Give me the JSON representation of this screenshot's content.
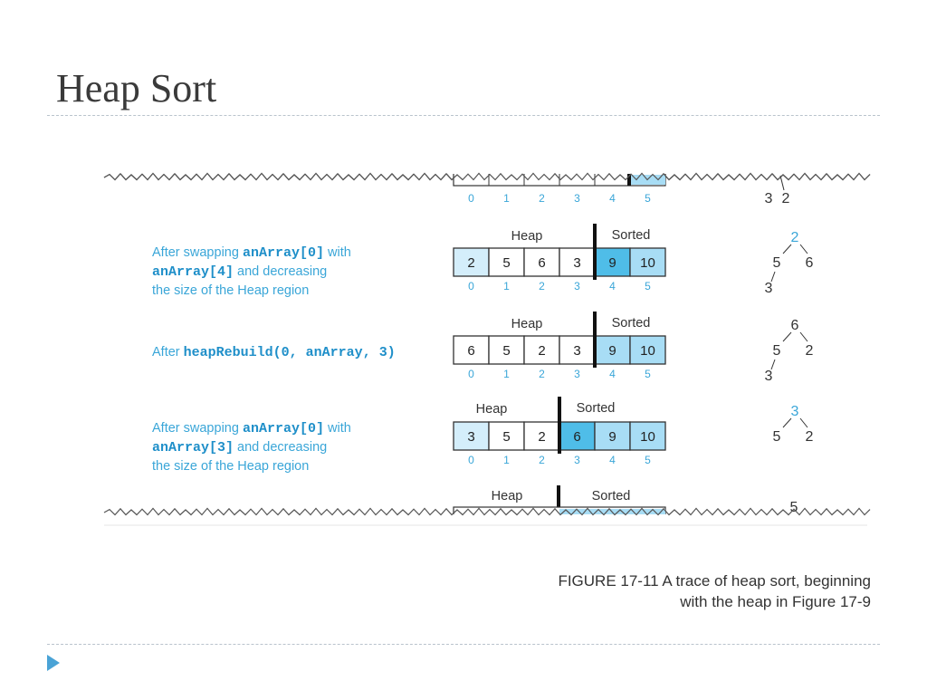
{
  "title": "Heap Sort",
  "caption": {
    "line1": "FIGURE 17-11 A trace of heap sort, beginning",
    "line2": "with the heap in Figure 17-9"
  },
  "colors": {
    "accent_text": "#3aa6d8",
    "code_text": "#1f8fc9",
    "heap_cell": "#d4eefb",
    "sorted_cell": "#a8ddf5",
    "new_sorted_cell": "#4fbde8",
    "title_text": "#3a3a3a"
  },
  "diagram": {
    "indices": [
      "0",
      "1",
      "2",
      "3",
      "4",
      "5"
    ],
    "top_partial_index_row": [
      "0",
      "1",
      "2",
      "3",
      "4",
      "5"
    ],
    "top_partial_tree_text": [
      "3",
      "2"
    ],
    "region_labels": {
      "heap": "Heap",
      "sorted": "Sorted"
    },
    "steps": [
      {
        "caption_lines": [
          [
            {
              "t": "After swapping ",
              "code": false
            },
            {
              "t": "anArray[0]",
              "code": true
            },
            {
              "t": " with",
              "code": false
            }
          ],
          [
            {
              "t": "anArray[4]",
              "code": true
            },
            {
              "t": " and decreasing",
              "code": false
            }
          ],
          [
            {
              "t": "the size of  the Heap region",
              "code": false
            }
          ]
        ],
        "values": [
          "2",
          "5",
          "6",
          "3",
          "9",
          "10"
        ],
        "sorted_start": 4,
        "new_sorted": 4,
        "tree": {
          "root": "2",
          "root_accent": true,
          "left": "5",
          "right": "6",
          "left_left": "3"
        }
      },
      {
        "caption_lines": [
          [
            {
              "t": "After ",
              "code": false
            },
            {
              "t": "heapRebuild(0, anArray, 3)",
              "code": true
            }
          ]
        ],
        "values": [
          "6",
          "5",
          "2",
          "3",
          "9",
          "10"
        ],
        "sorted_start": 4,
        "new_sorted": -1,
        "tree": {
          "root": "6",
          "root_accent": false,
          "left": "5",
          "right": "2",
          "left_left": "3"
        }
      },
      {
        "caption_lines": [
          [
            {
              "t": "After swapping ",
              "code": false
            },
            {
              "t": "anArray[0]",
              "code": true
            },
            {
              "t": " with",
              "code": false
            }
          ],
          [
            {
              "t": "anArray[3]",
              "code": true
            },
            {
              "t": " and decreasing",
              "code": false
            }
          ],
          [
            {
              "t": "the size of  the Heap region",
              "code": false
            }
          ]
        ],
        "values": [
          "3",
          "5",
          "2",
          "6",
          "9",
          "10"
        ],
        "sorted_start": 3,
        "new_sorted": 3,
        "tree": {
          "root": "3",
          "root_accent": true,
          "left": "5",
          "right": "2",
          "left_left": ""
        }
      }
    ],
    "bottom_partial_labels": {
      "heap": "Heap",
      "sorted": "Sorted"
    },
    "bottom_partial_tree_text": "5"
  }
}
